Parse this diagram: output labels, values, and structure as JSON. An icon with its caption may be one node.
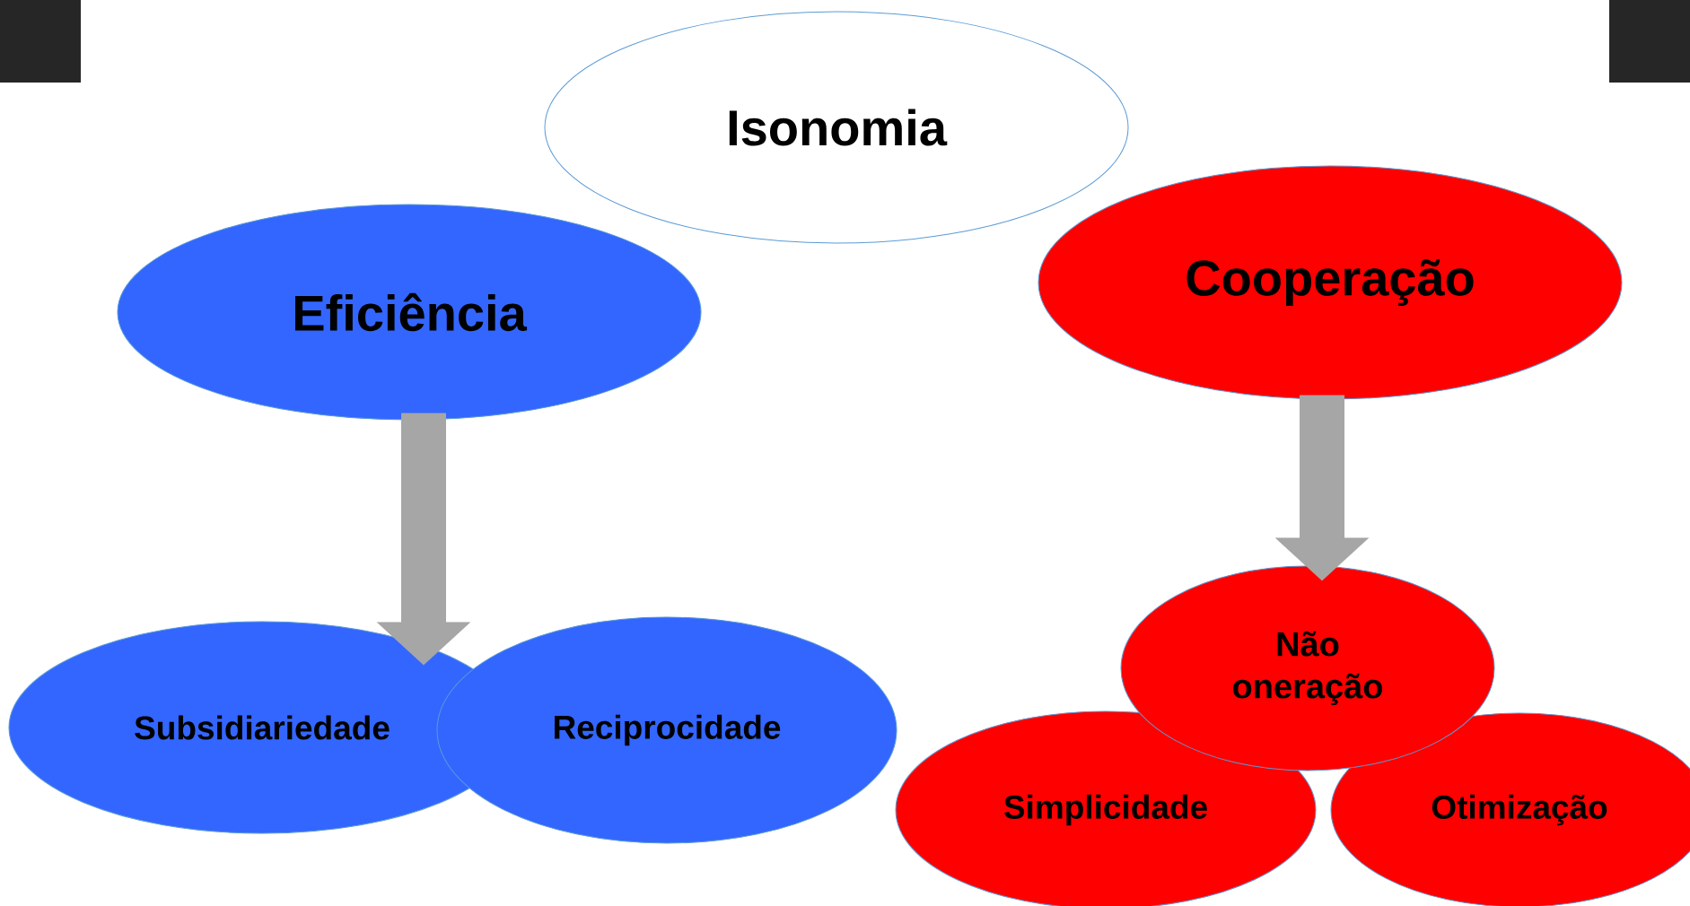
{
  "diagram": {
    "nodes": [
      {
        "text": [
          "Isonomia"
        ]
      },
      {
        "text": [
          "Eficiência"
        ]
      },
      {
        "text": [
          "Cooperação"
        ]
      },
      {
        "text": [
          "Não oneração"
        ]
      },
      {
        "text": [
          "Subsidiariedade"
        ]
      },
      {
        "text": [
          "Reciprocidade"
        ]
      },
      {
        "text": [
          "Simplicidade"
        ]
      },
      {
        "text": [
          "Otimização"
        ]
      }
    ],
    "edges": [
      {
        "from": 1,
        "to": 4,
        "arrow": "to"
      },
      {
        "from": 2,
        "to": 3,
        "arrow": "to"
      }
    ]
  }
}
